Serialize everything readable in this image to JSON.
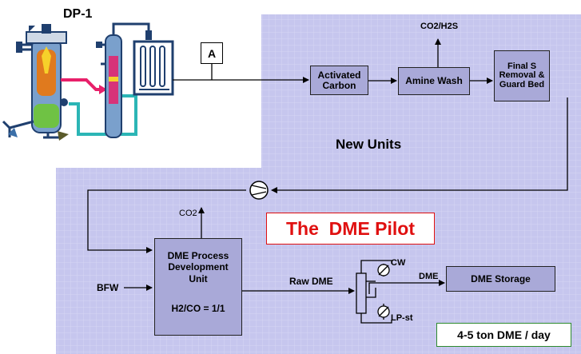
{
  "header": {
    "title": "DP-1"
  },
  "marker": {
    "label": "A"
  },
  "units": {
    "activated_carbon": "Activated Carbon",
    "amine_wash": "Amine Wash",
    "final_s": "Final S Removal & Guard Bed",
    "dme_pdu": "DME Process Development Unit",
    "dme_pdu_ratio": "H2/CO = 1/1",
    "dme_storage": "DME Storage"
  },
  "streams": {
    "co2_h2s": "CO2/H2S",
    "co2": "CO2",
    "bfw": "BFW",
    "raw_dme": "Raw DME",
    "dme": "DME",
    "cw": "CW",
    "lp_st": "LP-st"
  },
  "regions": {
    "new_units": "New Units",
    "pilot_title": "The  DME Pilot",
    "capacity": "4-5 ton DME / day"
  },
  "colors": {
    "region_fill": "#c6c6ee",
    "grid_line": "#d4d4f3",
    "unit_fill": "#a9a9d8",
    "pilot_title": "#e01010",
    "capacity_border": "#2e8b2e",
    "hot_stream": "#e8206a",
    "cool_stream": "#2bb5b5"
  }
}
